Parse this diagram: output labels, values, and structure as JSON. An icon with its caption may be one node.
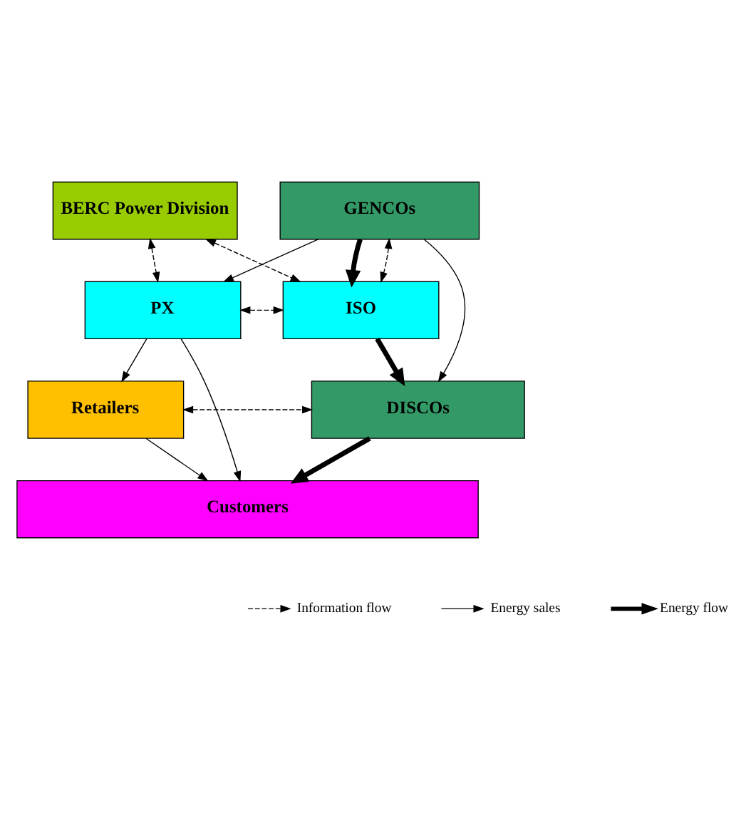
{
  "diagram": {
    "nodes": [
      {
        "text": [
          "BERC Power Division"
        ]
      },
      {
        "text": [
          "GENCOs"
        ]
      },
      {
        "text": [
          "PX"
        ]
      },
      {
        "text": [
          "ISO"
        ]
      },
      {
        "text": [
          "Retailers"
        ]
      },
      {
        "text": [
          "DISCOs"
        ]
      },
      {
        "text": [
          "Customers"
        ]
      }
    ],
    "edges": [
      {
        "from": 0,
        "to": 2,
        "arrow": "both",
        "style": "dashed"
      },
      {
        "from": 0,
        "to": 3,
        "arrow": "both",
        "style": "dashed"
      },
      {
        "from": 1,
        "to": 2,
        "arrow": "to"
      },
      {
        "from": 1,
        "to": 3,
        "arrow": "to",
        "style": "thick"
      },
      {
        "from": 1,
        "to": 3,
        "arrow": "both",
        "style": "dashed"
      },
      {
        "from": 1,
        "to": 5,
        "arrow": "to"
      },
      {
        "from": 2,
        "to": 3,
        "arrow": "both",
        "style": "dashed"
      },
      {
        "from": 2,
        "to": 4,
        "arrow": "to"
      },
      {
        "from": 2,
        "to": 6,
        "arrow": "to"
      },
      {
        "from": 3,
        "to": 5,
        "arrow": "to",
        "style": "thick"
      },
      {
        "from": 4,
        "to": 5,
        "arrow": "both",
        "style": "dashed"
      },
      {
        "from": 4,
        "to": 6,
        "arrow": "to"
      },
      {
        "from": 5,
        "to": 6,
        "arrow": "to",
        "style": "thick"
      }
    ],
    "legend": [
      {
        "text": "Information flow"
      },
      {
        "text": "Energy sales"
      },
      {
        "text": "Energy flow"
      }
    ]
  }
}
